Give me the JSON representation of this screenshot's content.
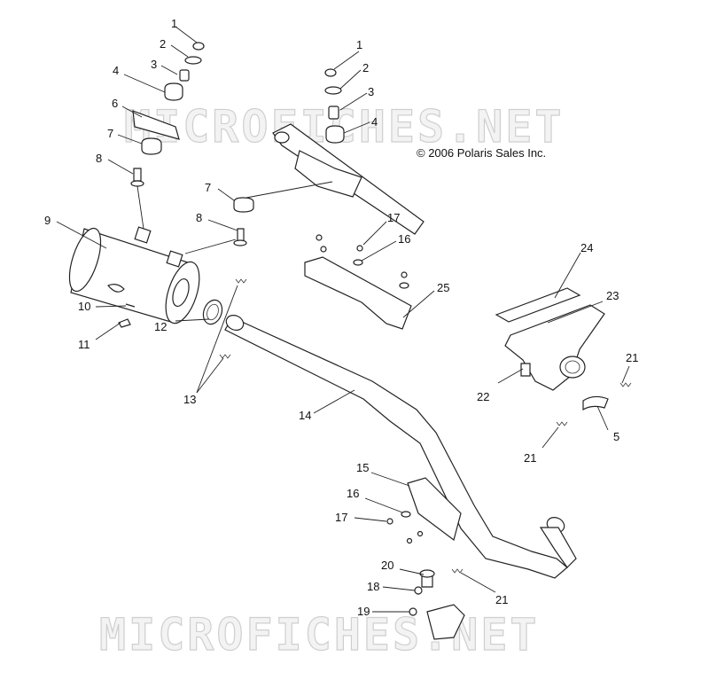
{
  "copyright": "© 2006 Polaris Sales Inc.",
  "watermark": "MICROFICHES.NET",
  "callouts": [
    {
      "id": "c1a",
      "text": "1"
    },
    {
      "id": "c2a",
      "text": "2"
    },
    {
      "id": "c3a",
      "text": "3"
    },
    {
      "id": "c4a",
      "text": "4"
    },
    {
      "id": "c6",
      "text": "6"
    },
    {
      "id": "c7a",
      "text": "7"
    },
    {
      "id": "c8a",
      "text": "8"
    },
    {
      "id": "c1b",
      "text": "1"
    },
    {
      "id": "c2b",
      "text": "2"
    },
    {
      "id": "c3b",
      "text": "3"
    },
    {
      "id": "c4b",
      "text": "4"
    },
    {
      "id": "c7b",
      "text": "7"
    },
    {
      "id": "c8b",
      "text": "8"
    },
    {
      "id": "c9",
      "text": "9"
    },
    {
      "id": "c17a",
      "text": "17"
    },
    {
      "id": "c16a",
      "text": "16"
    },
    {
      "id": "c24",
      "text": "24"
    },
    {
      "id": "c25",
      "text": "25"
    },
    {
      "id": "c23",
      "text": "23"
    },
    {
      "id": "c10",
      "text": "10"
    },
    {
      "id": "c11",
      "text": "11"
    },
    {
      "id": "c12",
      "text": "12"
    },
    {
      "id": "c13",
      "text": "13"
    },
    {
      "id": "c21a",
      "text": "21"
    },
    {
      "id": "c22",
      "text": "22"
    },
    {
      "id": "c14",
      "text": "14"
    },
    {
      "id": "c5",
      "text": "5"
    },
    {
      "id": "c21b",
      "text": "21"
    },
    {
      "id": "c15",
      "text": "15"
    },
    {
      "id": "c16b",
      "text": "16"
    },
    {
      "id": "c17b",
      "text": "17"
    },
    {
      "id": "c20",
      "text": "20"
    },
    {
      "id": "c18",
      "text": "18"
    },
    {
      "id": "c21c",
      "text": "21"
    },
    {
      "id": "c19",
      "text": "19"
    }
  ]
}
